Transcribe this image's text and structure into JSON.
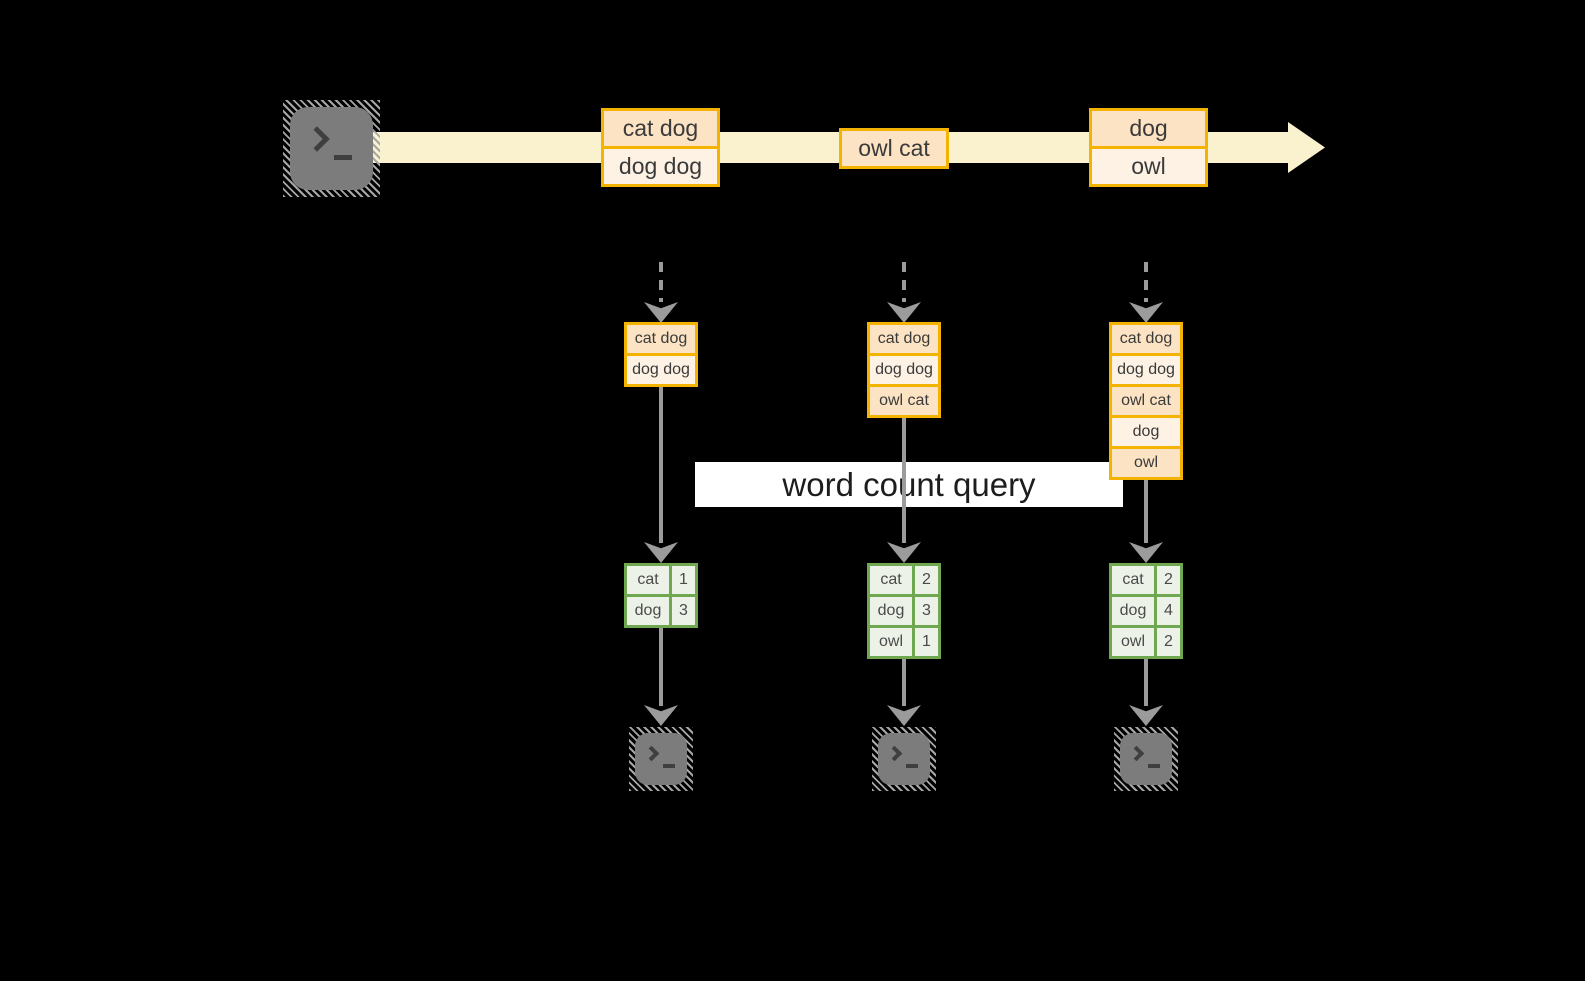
{
  "query_label": "word count query",
  "stream": {
    "source_icon": "terminal-icon",
    "events": [
      {
        "rows": [
          "cat dog",
          "dog dog"
        ]
      },
      {
        "rows": [
          "owl cat"
        ]
      },
      {
        "rows": [
          "dog",
          "owl"
        ]
      }
    ]
  },
  "pipelines": [
    {
      "state": [
        "cat dog",
        "dog dog"
      ],
      "counts": [
        [
          "cat",
          "1"
        ],
        [
          "dog",
          "3"
        ]
      ],
      "sink_icon": "terminal-icon"
    },
    {
      "state": [
        "cat dog",
        "dog dog",
        "owl cat"
      ],
      "counts": [
        [
          "cat",
          "2"
        ],
        [
          "dog",
          "3"
        ],
        [
          "owl",
          "1"
        ]
      ],
      "sink_icon": "terminal-icon"
    },
    {
      "state": [
        "cat dog",
        "dog dog",
        "owl cat",
        "dog",
        "owl"
      ],
      "counts": [
        [
          "cat",
          "2"
        ],
        [
          "dog",
          "4"
        ],
        [
          "owl",
          "2"
        ]
      ],
      "sink_icon": "terminal-icon"
    }
  ],
  "colors": {
    "accent_gold": "#F3B300",
    "event_fill_dark": "#FBE3C3",
    "event_fill_light": "#FDF2E4",
    "stream_cream": "#FAF2CE",
    "table_border_green": "#6FA850",
    "table_fill_green": "#EDF2E8",
    "arrow_gray": "#9B9B9B",
    "terminal_gray": "#7C7C7C",
    "background": "#000000"
  }
}
